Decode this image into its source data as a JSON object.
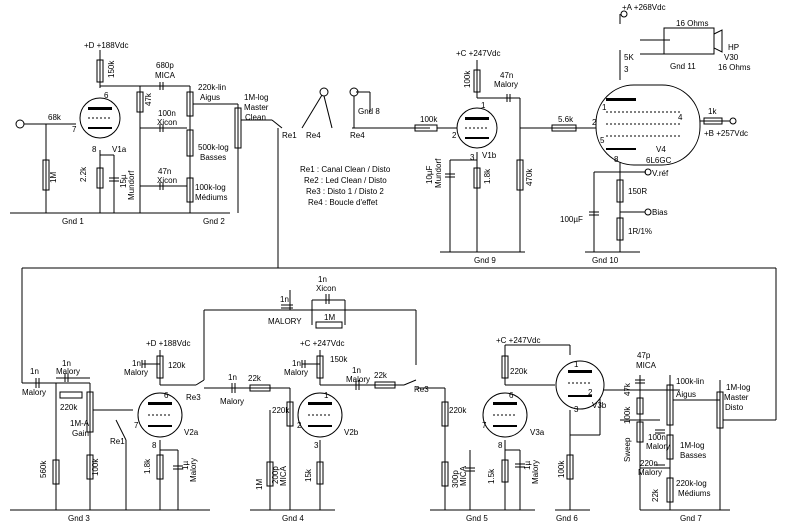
{
  "rails": [
    {
      "key": "d",
      "text": "+D +188Vdc"
    },
    {
      "key": "c1",
      "text": "+C +247Vdc"
    },
    {
      "key": "a",
      "text": "+A +268Vdc"
    },
    {
      "key": "b",
      "text": "+B +257Vdc"
    },
    {
      "key": "d2",
      "text": "+D +188Vdc"
    },
    {
      "key": "c2",
      "text": "+C +247Vdc"
    },
    {
      "key": "c3",
      "text": "+C +247Vdc"
    }
  ],
  "tubes": [
    {
      "key": "v1a",
      "text": "V1a"
    },
    {
      "key": "v1b",
      "text": "V1b"
    },
    {
      "key": "v4",
      "text": "V4"
    },
    {
      "key": "v4type",
      "text": "6L6GC"
    },
    {
      "key": "v2a",
      "text": "V2a"
    },
    {
      "key": "v2b",
      "text": "V2b"
    },
    {
      "key": "v3a",
      "text": "V3a"
    },
    {
      "key": "v3b",
      "text": "V3b"
    }
  ],
  "pins": [
    "6",
    "7",
    "8",
    "1",
    "2",
    "3",
    "1",
    "2",
    "3",
    "4",
    "5",
    "8",
    "6",
    "7",
    "8",
    "1",
    "2",
    "3",
    "6",
    "7",
    "8",
    "1",
    "2",
    "3"
  ],
  "grounds": [
    "Gnd 1",
    "Gnd 2",
    "Gnd 8",
    "Gnd 9",
    "Gnd 10",
    "Gnd 11",
    "Gnd 3",
    "Gnd 4",
    "Gnd 5",
    "Gnd 6",
    "Gnd 7"
  ],
  "components": [
    "150k",
    "68k",
    "1M",
    "2.2k",
    "15µ",
    "Mundorf",
    "680p",
    "MICA",
    "47k",
    "220k-lin",
    "Aigus",
    "100n",
    "Xicon",
    "500k-log",
    "Basses",
    "47n",
    "Xicon",
    "100k-log",
    "Médiums",
    "1M-log",
    "Master",
    "Clean",
    "Re1",
    "Re4",
    "Re4",
    "100k",
    "47n",
    "Malory",
    "100k",
    "10µF",
    "Mundorf",
    "1.8k",
    "470k",
    "5K",
    "16 Ohms",
    "HP",
    "V30",
    "16 Ohms",
    "5.6k",
    "1k",
    "V.réf",
    "150R",
    "Bias",
    "100µF",
    "1R/1%",
    "1n",
    "Xicon",
    "1M",
    "1n",
    "MALORY",
    "1n",
    "Malory",
    "1n",
    "Malory",
    "220k",
    "1M-A",
    "Gain",
    "Re1",
    "560k",
    "100k",
    "120k",
    "1n",
    "Malory",
    "Re3",
    "1n",
    "Malory",
    "22k",
    "1.8k",
    "1µ",
    "Malory",
    "150k",
    "1n",
    "Malory",
    "1n",
    "Malory",
    "22k",
    "Re3",
    "220k",
    "1M",
    "200p",
    "MICA",
    "15k",
    "220k",
    "220k",
    "1.5k",
    "1µ",
    "Malory",
    "300p",
    "MICA",
    "100k",
    "47p",
    "MICA",
    "100k-lin",
    "Aigus",
    "1M-log",
    "Master",
    "Disto",
    "47k",
    "100k",
    "Sweep",
    "100n",
    "Malory",
    "1M-log",
    "Basses",
    "220n",
    "Malory",
    "220k-log",
    "Médiums",
    "22k"
  ],
  "relay_legend": [
    "Re1 : Canal Clean / Disto",
    "Re2 : Led Clean / Disto",
    "Re3 : Disto 1 / Disto 2",
    "Re4 : Boucle d'effet"
  ],
  "diagram_colors": {
    "ink": "#000000",
    "paper": "#ffffff"
  }
}
